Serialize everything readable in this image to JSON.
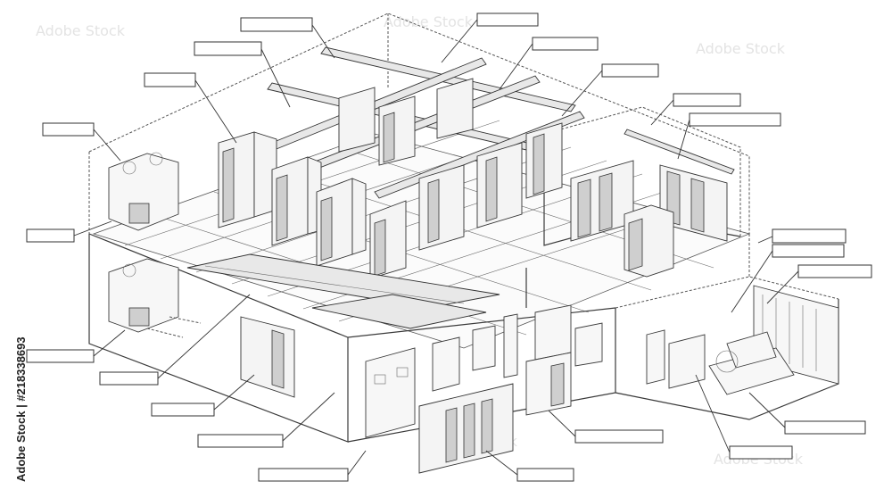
{
  "watermark": {
    "text": "Adobe Stock",
    "id_text": "218338693"
  },
  "side_label": "Adobe Stock | #218338693",
  "icons": [
    "server-rack-icon",
    "cooling-unit-icon",
    "generator-icon",
    "switchgear-icon"
  ]
}
